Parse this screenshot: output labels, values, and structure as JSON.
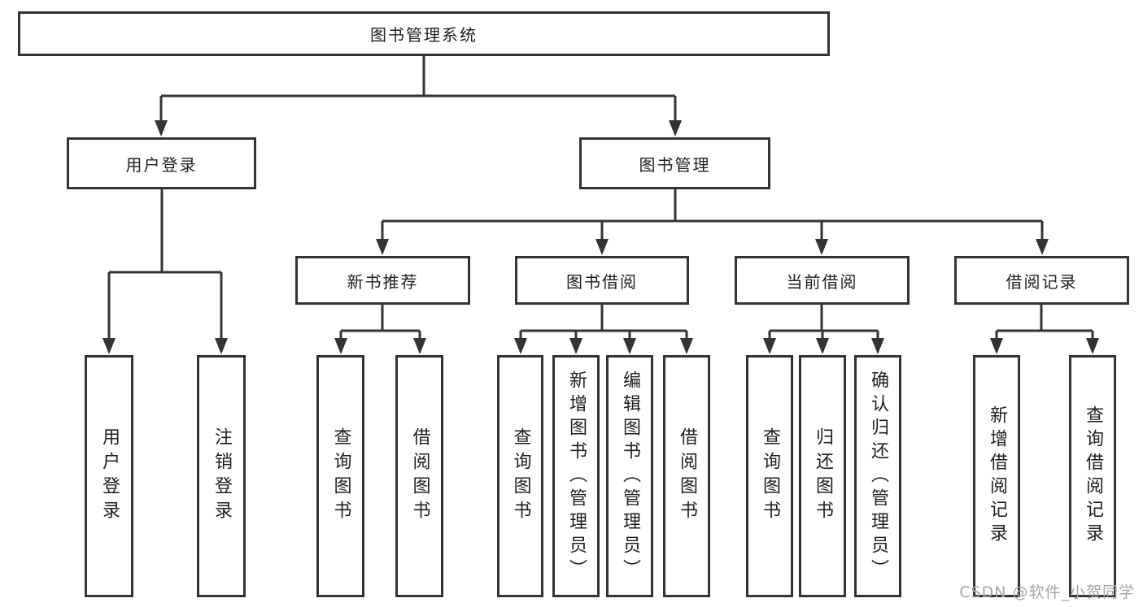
{
  "diagram": {
    "nodes": {
      "root": {
        "label": "图书管理系统"
      },
      "user_login": {
        "label": "用户登录"
      },
      "book_mgmt": {
        "label": "图书管理"
      },
      "new_book_rec": {
        "label": "新书推荐"
      },
      "book_borrow": {
        "label": "图书借阅"
      },
      "current_borrow": {
        "label": "当前借阅"
      },
      "borrow_record": {
        "label": "借阅记录"
      },
      "leaf_user_login": {
        "label": "用户登录"
      },
      "leaf_logout": {
        "label": "注销登录"
      },
      "leaf_rec_query": {
        "label": "查询图书"
      },
      "leaf_rec_borrow": {
        "label": "借阅图书"
      },
      "leaf_bb_query": {
        "label": "查询图书"
      },
      "leaf_bb_add": {
        "label": "新增图书（管理员）"
      },
      "leaf_bb_edit": {
        "label": "编辑图书（管理员）"
      },
      "leaf_bb_borrow": {
        "label": "借阅图书"
      },
      "leaf_cb_query": {
        "label": "查询图书"
      },
      "leaf_cb_return": {
        "label": "归还图书"
      },
      "leaf_cb_confirm": {
        "label": "确认归还（管理员）"
      },
      "leaf_br_add": {
        "label": "新增借阅记录"
      },
      "leaf_br_query": {
        "label": "查询借阅记录"
      }
    }
  },
  "watermark": {
    "text": "CSDN @软件_小贺同学"
  },
  "colors": {
    "line": "#333333",
    "box_border": "#333333",
    "text": "#1f1f1f",
    "watermark": "#a6a6a6",
    "background": "#ffffff"
  }
}
